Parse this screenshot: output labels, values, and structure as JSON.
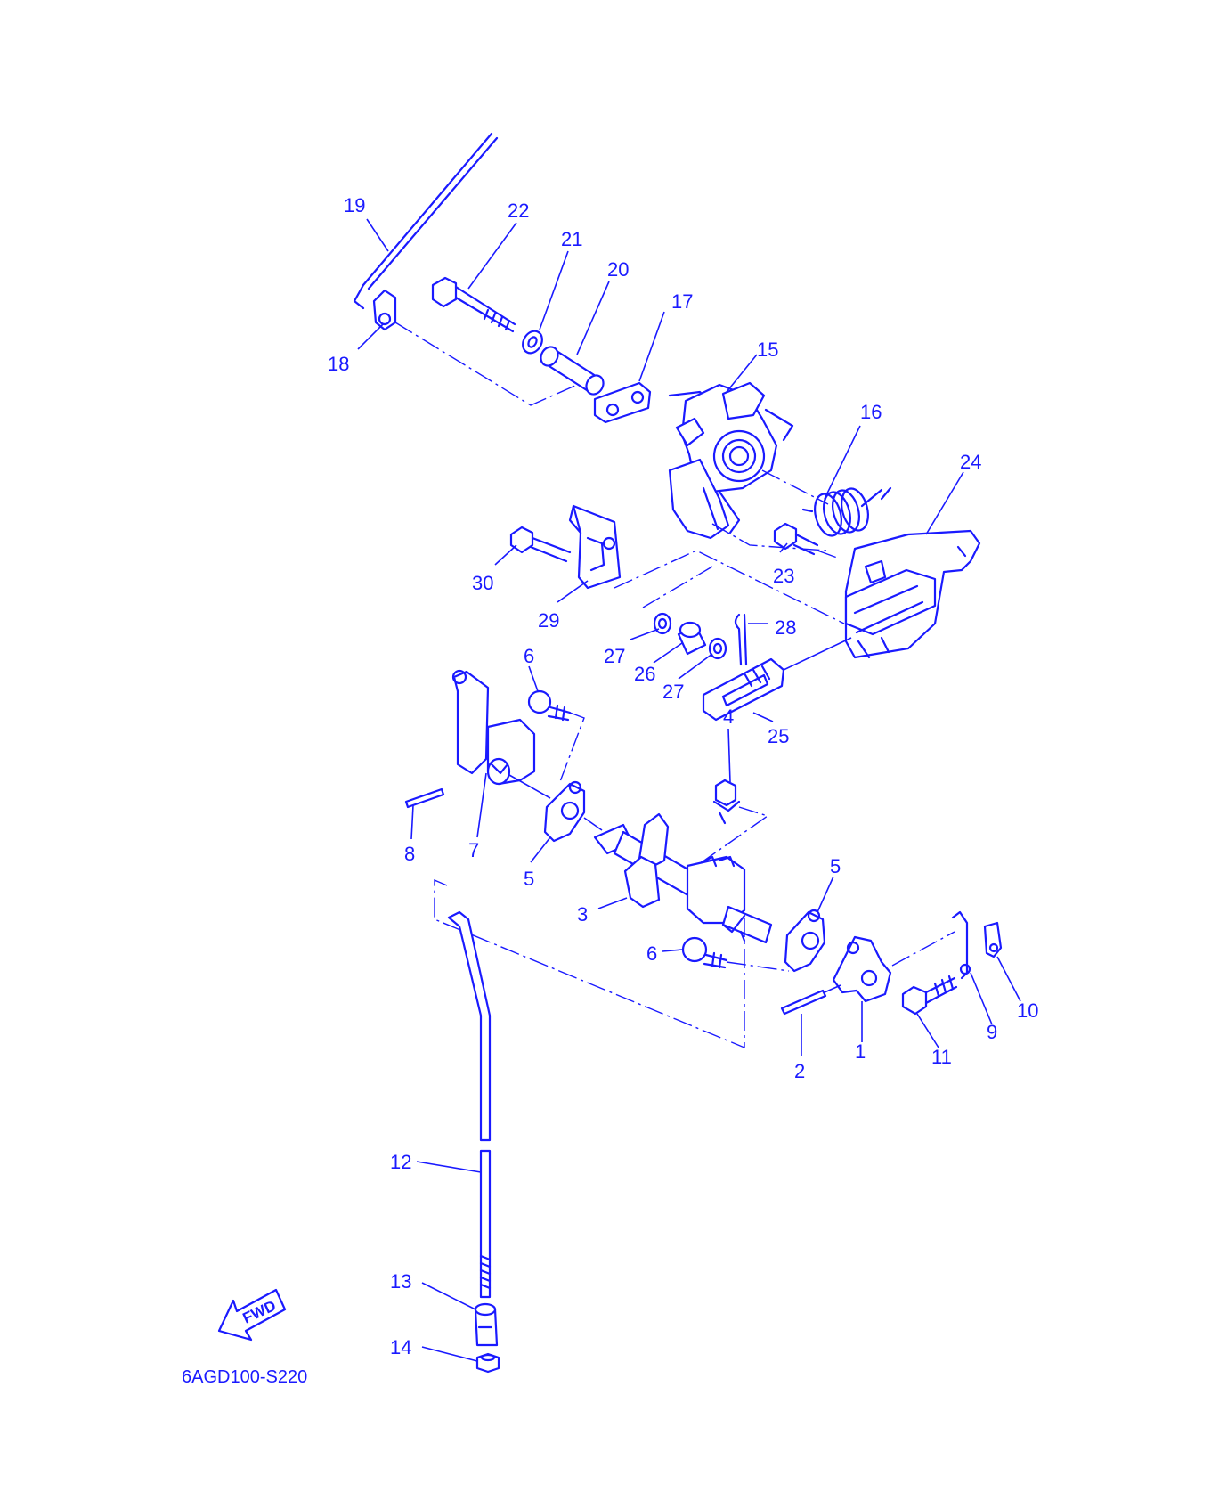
{
  "diagram": {
    "drawing_code": "6AGD100-S220",
    "fwd_label": "FWD",
    "line_color": "#1a1aff",
    "callouts": [
      "1",
      "2",
      "3",
      "4",
      "5",
      "5",
      "6",
      "6",
      "7",
      "8",
      "9",
      "10",
      "11",
      "12",
      "13",
      "14",
      "15",
      "16",
      "17",
      "18",
      "19",
      "20",
      "21",
      "22",
      "23",
      "24",
      "25",
      "26",
      "27",
      "27",
      "28",
      "29",
      "30"
    ]
  }
}
